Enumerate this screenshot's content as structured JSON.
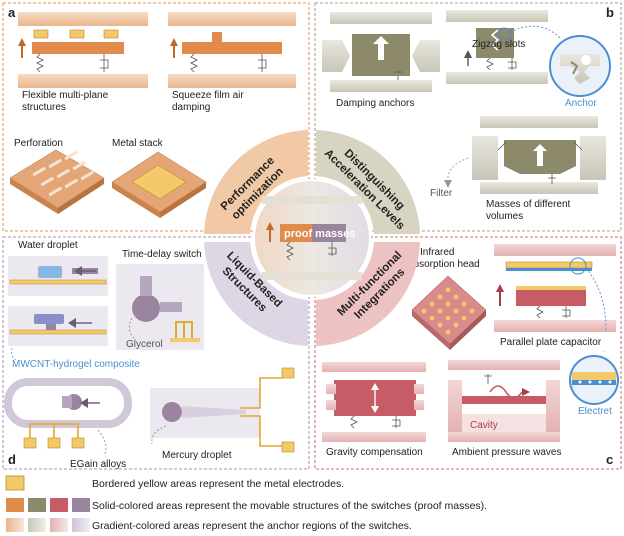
{
  "panels": {
    "a": {
      "letter": "a",
      "labels": {
        "flexible_multiplane": [
          "Flexible multi-plane",
          "structures"
        ],
        "squeeze_film": [
          "Squeeze film air",
          "damping"
        ],
        "perforation": "Perforation",
        "metal_stack": "Metal stack"
      }
    },
    "b": {
      "letter": "b",
      "labels": {
        "damping_anchors": "Damping anchors",
        "zigzag_slots": "Zigzag slots",
        "anchor": "Anchor",
        "filter": "Filter",
        "masses_volumes": [
          "Masses of different",
          "volumes"
        ]
      }
    },
    "c": {
      "letter": "c",
      "labels": {
        "infrared_head": [
          "Infrared",
          "absorption head"
        ],
        "parallel_plate": "Parallel plate capacitor",
        "electret": "Electret",
        "gravity_comp": "Gravity compensation",
        "cavity": "Cavity",
        "ambient_pressure": "Ambient pressure waves"
      }
    },
    "d": {
      "letter": "d",
      "labels": {
        "water_droplet": "Water droplet",
        "time_delay": "Time-delay switch",
        "glycerol": "Glycerol",
        "mwcnt": "MWCNT-hydrogel composite",
        "egain": "EGain alloys",
        "mercury": "Mercury droplet"
      }
    }
  },
  "center": {
    "proof_masses": "proof masses",
    "wedges": {
      "performance": [
        "Performance",
        "optimization"
      ],
      "distinguishing": [
        "Distinguishing",
        "Acceleration Levels"
      ],
      "liquid": [
        "Liquid-Based",
        "Structures"
      ],
      "multifunctional": [
        "Multi-functional",
        "Integrations"
      ]
    }
  },
  "legend": {
    "electrodes": "Bordered yellow areas represent the metal electrodes.",
    "solid": "Solid-colored areas represent the movable structures of the switches (proof masses).",
    "gradient": "Gradient-colored areas represent the anchor regions of the switches."
  },
  "colors": {
    "orange": "#e08a4c",
    "olive": "#8c8a6a",
    "rose": "#c85c66",
    "violet": "#9a84a0",
    "electrode": "#f3c96a",
    "frame_a": "#e9a770",
    "frame_b": "#b8b49a",
    "frame_c": "#d98a8a",
    "frame_d": "#b5a7c0"
  }
}
